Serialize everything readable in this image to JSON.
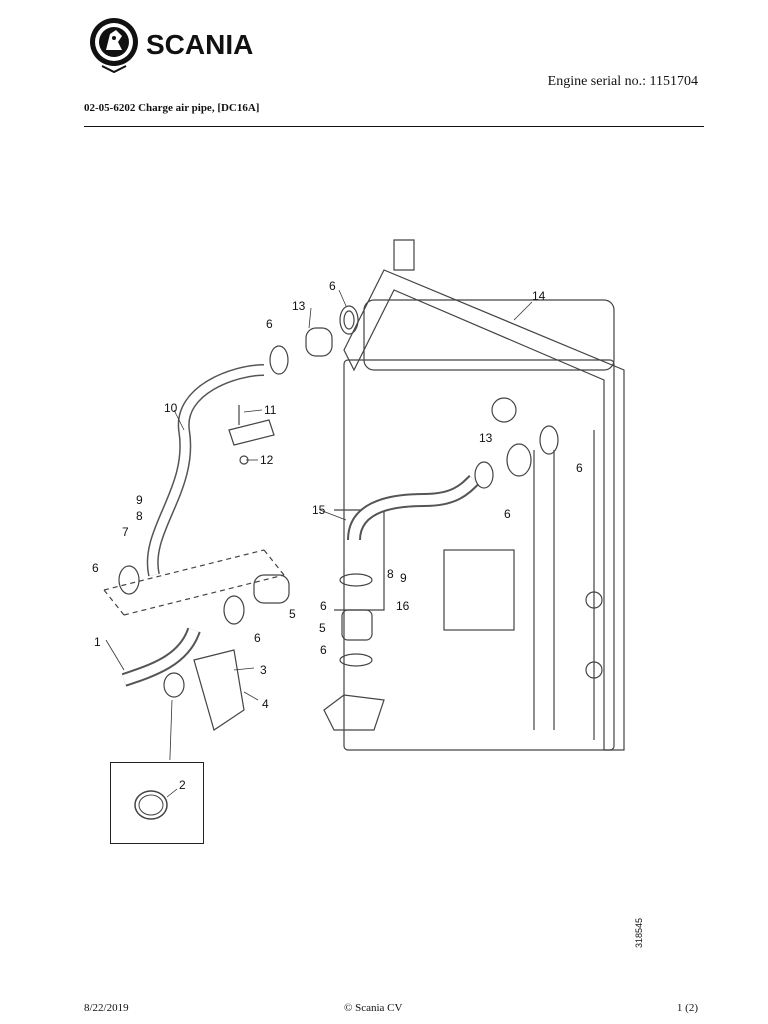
{
  "header": {
    "brand": "SCANIA",
    "serial": "Engine serial no.: 1151704",
    "title": "02-05-6202 Charge air pipe, [DC16A]"
  },
  "diagram": {
    "callouts": [
      "1",
      "2",
      "3",
      "4",
      "5",
      "5",
      "6",
      "6",
      "6",
      "6",
      "6",
      "6",
      "6",
      "7",
      "8",
      "8",
      "9",
      "9",
      "10",
      "11",
      "12",
      "13",
      "13",
      "14",
      "15",
      "16"
    ],
    "drawing_code": "318545"
  },
  "footer": {
    "date": "8/22/2019",
    "copyright": "© Scania CV",
    "page": "1 (2)"
  }
}
